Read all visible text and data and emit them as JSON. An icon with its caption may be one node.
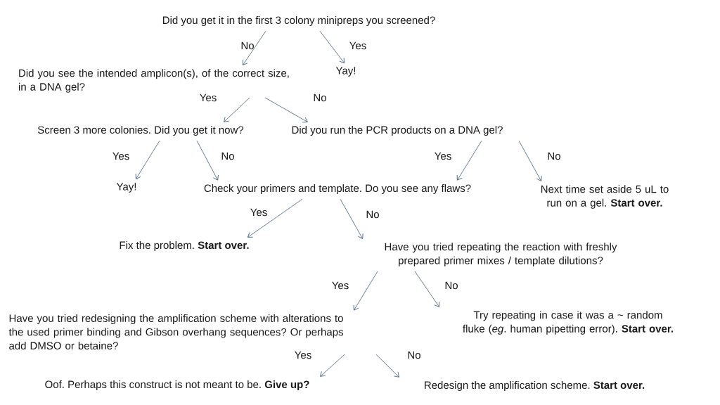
{
  "diagram": {
    "nodes": [
      {
        "text": [
          "Did you get it in the first 3 colony minipreps you screened?"
        ]
      },
      {
        "text": [
          "Did you see the intended amplicon(s), of the correct size, in a DNA gel?"
        ]
      },
      {
        "text": [
          "Yay!"
        ]
      },
      {
        "text": [
          "Screen 3 more colonies. Did you get it now?"
        ]
      },
      {
        "text": [
          "Did you run the PCR products on a DNA gel?"
        ]
      },
      {
        "text": [
          "Yay!"
        ]
      },
      {
        "text": [
          "Check your primers and template. Do you see any flaws?"
        ]
      },
      {
        "text": [
          "Next time set aside 5 uL to run on a gel. **Start over.**"
        ]
      },
      {
        "text": [
          "Fix the problem. **Start over.**"
        ]
      },
      {
        "text": [
          "Have you tried repeating the reaction with freshly prepared primer mixes / template dilutions?"
        ]
      },
      {
        "text": [
          "Have you tried redesigning the amplification scheme with alterations to the used primer binding and Gibson overhang sequences? Or perhaps add DMSO or betaine?"
        ]
      },
      {
        "text": [
          "Try repeating in case it was a ~ random fluke (*eg*. human pipetting error). **Start over.**"
        ]
      },
      {
        "text": [
          "Oof. Perhaps this construct is not meant to be. **Give up?**"
        ]
      },
      {
        "text": [
          "Redesign the amplification scheme. **Start over.**"
        ]
      }
    ],
    "edges": [
      {
        "from": 0,
        "to": 1,
        "arrow": "to",
        "label": "No"
      },
      {
        "from": 0,
        "to": 2,
        "arrow": "to",
        "label": "Yes"
      },
      {
        "from": 1,
        "to": 3,
        "arrow": "to",
        "label": "Yes"
      },
      {
        "from": 1,
        "to": 4,
        "arrow": "to",
        "label": "No"
      },
      {
        "from": 3,
        "to": 5,
        "arrow": "to",
        "label": "Yes"
      },
      {
        "from": 3,
        "to": 6,
        "arrow": "to",
        "label": "No"
      },
      {
        "from": 4,
        "to": 6,
        "arrow": "to",
        "label": "Yes"
      },
      {
        "from": 4,
        "to": 7,
        "arrow": "to",
        "label": "No"
      },
      {
        "from": 6,
        "to": 8,
        "arrow": "to",
        "label": "Yes"
      },
      {
        "from": 6,
        "to": 9,
        "arrow": "to",
        "label": "No"
      },
      {
        "from": 9,
        "to": 10,
        "arrow": "to",
        "label": "Yes"
      },
      {
        "from": 9,
        "to": 11,
        "arrow": "to",
        "label": "No"
      },
      {
        "from": 10,
        "to": 12,
        "arrow": "to",
        "label": "Yes"
      },
      {
        "from": 10,
        "to": 13,
        "arrow": "to",
        "label": "No"
      }
    ]
  }
}
